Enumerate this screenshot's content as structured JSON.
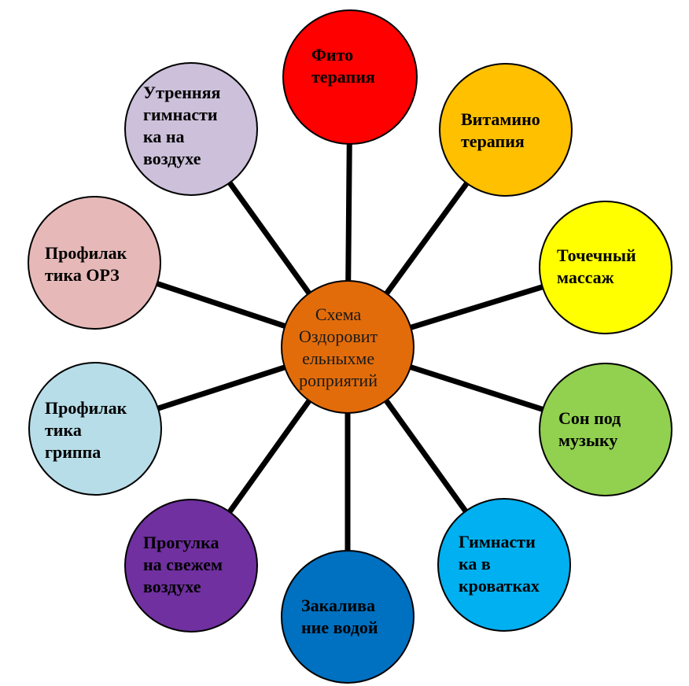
{
  "center": {
    "label": "Схема\nОздоровит\nельныхме\nроприятий",
    "color": "#e36c0a"
  },
  "nodes": [
    {
      "id": "fitoterapiya",
      "label": "Фито\nтерапия",
      "color": "#ff0000"
    },
    {
      "id": "vitaminoterapiya",
      "label": "Витамино\nтерапия",
      "color": "#ffc000"
    },
    {
      "id": "tochechnyy-massazh",
      "label": "Точечный\nмассаж",
      "color": "#ffff00"
    },
    {
      "id": "son-pod-muzyku",
      "label": "Сон под\nмузыку",
      "color": "#92d050"
    },
    {
      "id": "gimnastika-v-krovatkah",
      "label": "Гимнасти\nка в\nкроватках",
      "color": "#00b0f0"
    },
    {
      "id": "zakalivanie-vodoy",
      "label": "Закалива\nние водой",
      "color": "#0070c0"
    },
    {
      "id": "progulka",
      "label": "Прогулка\nна свежем\nвоздухе",
      "color": "#7030a0"
    },
    {
      "id": "profilaktika-grippa",
      "label": "Профилак\nтика\nгриппа",
      "color": "#b7dde8"
    },
    {
      "id": "profilaktika-orz",
      "label": "Профилак\nтика ОРЗ",
      "color": "#e6b9b8"
    },
    {
      "id": "utrennyaya-gimnastika",
      "label": "Утренняя\nгимнасти\nка на\nвоздухе",
      "color": "#ccc0da"
    }
  ]
}
